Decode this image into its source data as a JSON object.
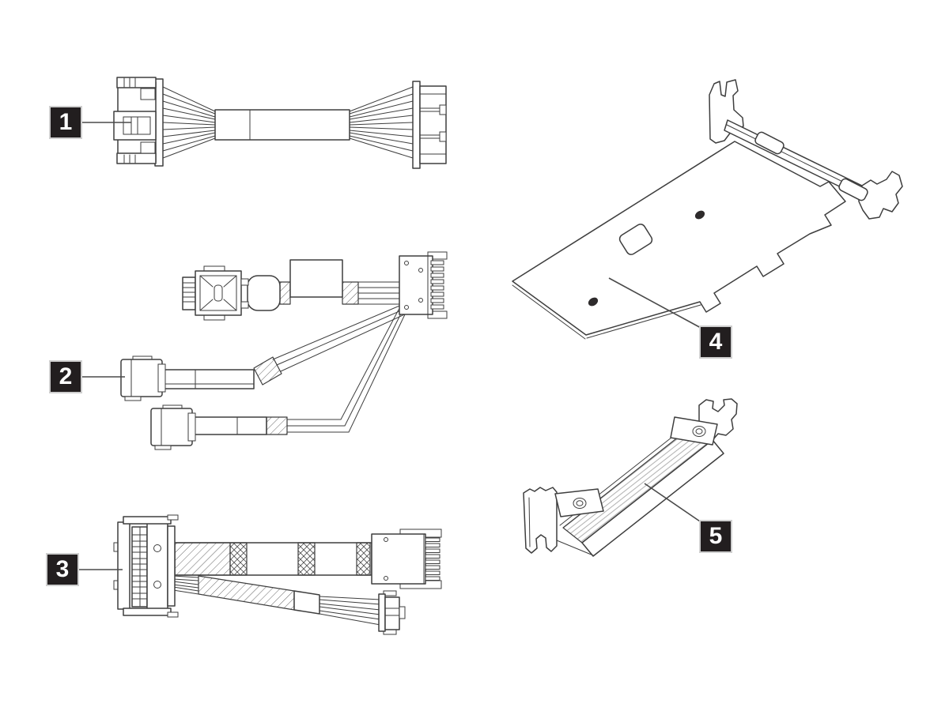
{
  "diagram": {
    "background_color": "#ffffff",
    "line_color": "#3e3e3e",
    "callout_bg_color": "#221e1f",
    "callout_text_color": "#ffffff",
    "callout_count": "5",
    "callouts": [
      {
        "number": "1"
      },
      {
        "number": "2"
      },
      {
        "number": "3"
      },
      {
        "number": "4"
      },
      {
        "number": "5"
      }
    ]
  }
}
